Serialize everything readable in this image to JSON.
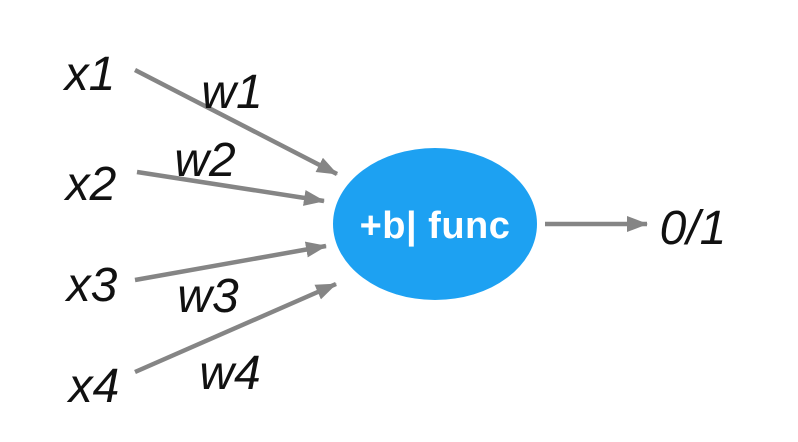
{
  "colors": {
    "background": "#ffffff",
    "node_fill": "#1DA1F2",
    "node_text": "#ffffff",
    "arrow": "#858585",
    "label_text": "#111111"
  },
  "diagram": {
    "type": "perceptron",
    "inputs": [
      {
        "label": "x1",
        "weight_label": "w1"
      },
      {
        "label": "x2",
        "weight_label": "w2"
      },
      {
        "label": "x3",
        "weight_label": "w3"
      },
      {
        "label": "x4",
        "weight_label": "w4"
      }
    ],
    "neuron_label": "+b| func",
    "output_label": "0/1"
  }
}
